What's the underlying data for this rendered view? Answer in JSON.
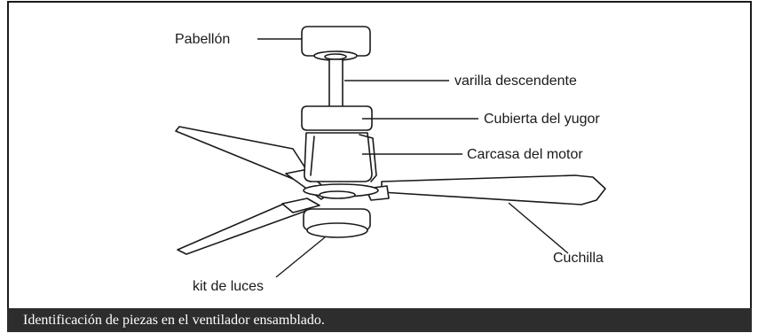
{
  "labels": {
    "pabellon": "Pabellón",
    "varilla": "varilla descendente",
    "cubierta": "Cubierta del yugor",
    "carcasa": "Carcasa del motor",
    "cuchilla": "Cuchilla",
    "kit_luces": "kit de luces"
  },
  "caption": "Identificación de piezas en el ventilador ensamblado.",
  "colors": {
    "line": "#1a1a1a",
    "caption_bg": "#2d2d2d",
    "caption_text": "#ffffff",
    "background": "#ffffff"
  }
}
